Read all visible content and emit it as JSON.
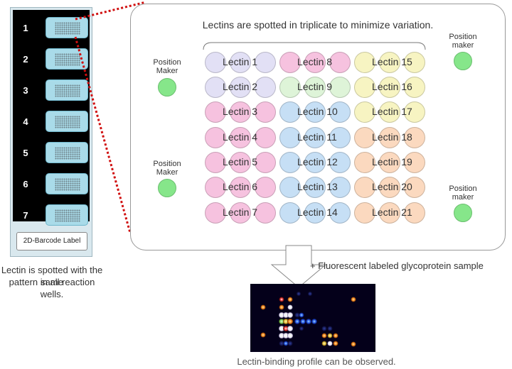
{
  "slide": {
    "wells": [
      "1",
      "2",
      "3",
      "4",
      "5",
      "6",
      "7"
    ],
    "barcode_label": "2D-Barcode Label",
    "caption_line1": "Lectin is spotted with the same",
    "caption_line2": "pattern in all reaction wells."
  },
  "panel": {
    "title": "Lectins  are  spotted in triplicate to minimize variation.",
    "position_markers": [
      {
        "line1": "Position",
        "line2": "Maker"
      },
      {
        "line1": "Position",
        "line2": "maker"
      },
      {
        "line1": "Position",
        "line2": "Maker"
      },
      {
        "line1": "Position",
        "line2": "maker"
      }
    ],
    "lectin_columns": [
      {
        "labels": [
          "Lectin 1",
          "Lectin 2",
          "Lectin 3",
          "Lectin 4",
          "Lectin 5",
          "Lectin 6",
          "Lectin 7"
        ],
        "colors": [
          "#e2e0f5",
          "#e2e0f5",
          "#f6c2df",
          "#f6c2df",
          "#f6c2df",
          "#f6c2df",
          "#f6c2df"
        ]
      },
      {
        "labels": [
          "Lectin 8",
          "Lectin 9",
          "Lectin 10",
          "Lectin 11",
          "Lectin 12",
          "Lectin 13",
          "Lectin 14"
        ],
        "colors": [
          "#f6c2df",
          "#def4d8",
          "#c6dff5",
          "#c6dff5",
          "#c6dff5",
          "#c6dff5",
          "#c6dff5"
        ]
      },
      {
        "labels": [
          "Lectin 15",
          "Lectin 16",
          "Lectin 17",
          "Lectin 18",
          "Lectin 19",
          "Lectin 20",
          "Lectin 21"
        ],
        "colors": [
          "#f7f4c2",
          "#f7f4c2",
          "#f7f4c2",
          "#fbd9bf",
          "#fbd9bf",
          "#fbd9bf",
          "#fbd9bf"
        ]
      }
    ],
    "marker_color": "#86e68a"
  },
  "step_text": "+ Fluorescent labeled glycoprotein sample",
  "result_caption": "Lectin-binding profile can be observed."
}
